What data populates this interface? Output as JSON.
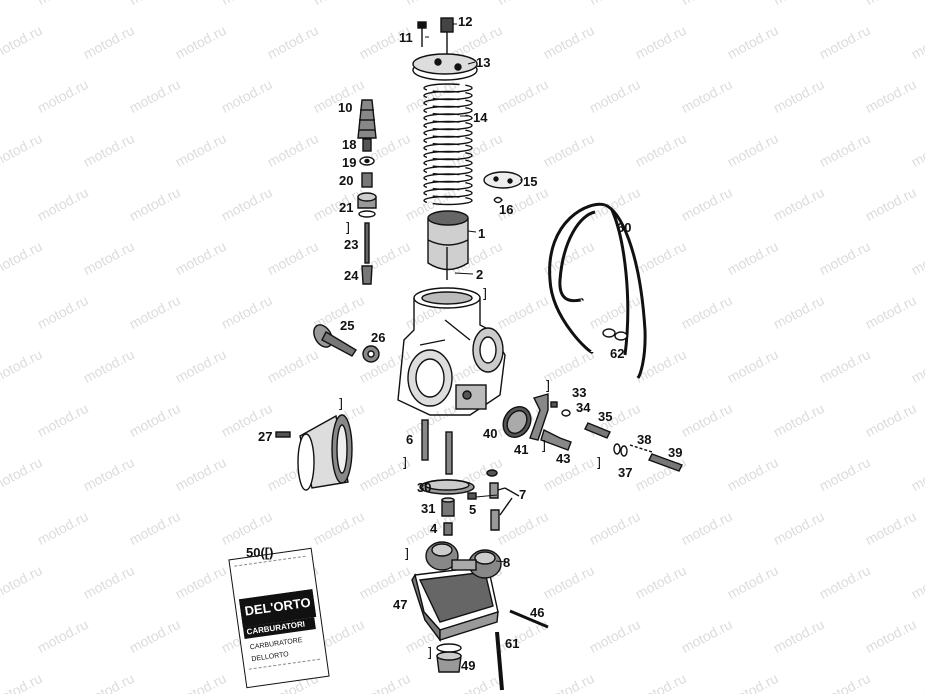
{
  "watermark": "motod.ru",
  "labels": {
    "p1": "1",
    "p2": "2",
    "p4": "4",
    "p5": "5",
    "p6": "6",
    "p7": "7",
    "p8": "8",
    "p10": "10",
    "p11": "11",
    "p12": "12",
    "p13": "13",
    "p14": "14",
    "p15": "15",
    "p16": "16",
    "p18": "18",
    "p19": "19",
    "p20": "20",
    "p21": "21",
    "p23": "23",
    "p24": "24",
    "p25": "25",
    "p26": "26",
    "p27": "27",
    "p30": "30",
    "p31": "31",
    "p33": "33",
    "p34": "34",
    "p35": "35",
    "p37": "37",
    "p38": "38",
    "p39": "39",
    "p40": "40",
    "p41": "41",
    "p43": "43",
    "p46": "46",
    "p47": "47",
    "p49": "49",
    "p50": "50([)",
    "p60": "60",
    "p61": "61",
    "p62": "62"
  },
  "bracket": "]",
  "packet": {
    "brand": "DEL'ORTO",
    "sub": "CARBURATORI",
    "line1": "CARBURATORE",
    "line2": "DELLORTO"
  }
}
